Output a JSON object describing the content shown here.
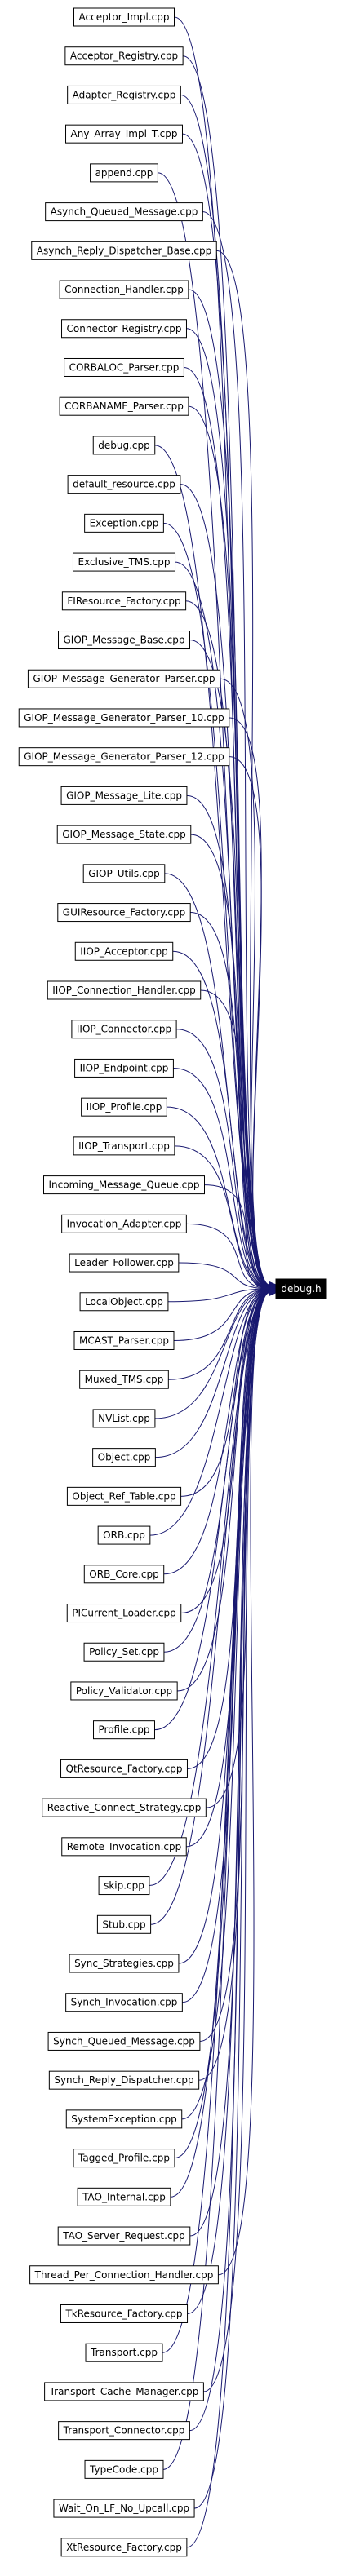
{
  "target": {
    "label": "debug.h"
  },
  "colors": {
    "edge": "#191970",
    "target_fill": "#000000",
    "target_text": "#ffffff",
    "node_border": "#000000"
  },
  "nodes": [
    "Acceptor_Impl.cpp",
    "Acceptor_Registry.cpp",
    "Adapter_Registry.cpp",
    "Any_Array_Impl_T.cpp",
    "append.cpp",
    "Asynch_Queued_Message.cpp",
    "Asynch_Reply_Dispatcher_Base.cpp",
    "Connection_Handler.cpp",
    "Connector_Registry.cpp",
    "CORBALOC_Parser.cpp",
    "CORBANAME_Parser.cpp",
    "debug.cpp",
    "default_resource.cpp",
    "Exception.cpp",
    "Exclusive_TMS.cpp",
    "FIResource_Factory.cpp",
    "GIOP_Message_Base.cpp",
    "GIOP_Message_Generator_Parser.cpp",
    "GIOP_Message_Generator_Parser_10.cpp",
    "GIOP_Message_Generator_Parser_12.cpp",
    "GIOP_Message_Lite.cpp",
    "GIOP_Message_State.cpp",
    "GIOP_Utils.cpp",
    "GUIResource_Factory.cpp",
    "IIOP_Acceptor.cpp",
    "IIOP_Connection_Handler.cpp",
    "IIOP_Connector.cpp",
    "IIOP_Endpoint.cpp",
    "IIOP_Profile.cpp",
    "IIOP_Transport.cpp",
    "Incoming_Message_Queue.cpp",
    "Invocation_Adapter.cpp",
    "Leader_Follower.cpp",
    "LocalObject.cpp",
    "MCAST_Parser.cpp",
    "Muxed_TMS.cpp",
    "NVList.cpp",
    "Object.cpp",
    "Object_Ref_Table.cpp",
    "ORB.cpp",
    "ORB_Core.cpp",
    "PICurrent_Loader.cpp",
    "Policy_Set.cpp",
    "Policy_Validator.cpp",
    "Profile.cpp",
    "QtResource_Factory.cpp",
    "Reactive_Connect_Strategy.cpp",
    "Remote_Invocation.cpp",
    "skip.cpp",
    "Stub.cpp",
    "Sync_Strategies.cpp",
    "Synch_Invocation.cpp",
    "Synch_Queued_Message.cpp",
    "Synch_Reply_Dispatcher.cpp",
    "SystemException.cpp",
    "Tagged_Profile.cpp",
    "TAO_Internal.cpp",
    "TAO_Server_Request.cpp",
    "Thread_Per_Connection_Handler.cpp",
    "TkResource_Factory.cpp",
    "Transport.cpp",
    "Transport_Cache_Manager.cpp",
    "Transport_Connector.cpp",
    "TypeCode.cpp",
    "Wait_On_LF_No_Upcall.cpp",
    "XtResource_Factory.cpp"
  ]
}
